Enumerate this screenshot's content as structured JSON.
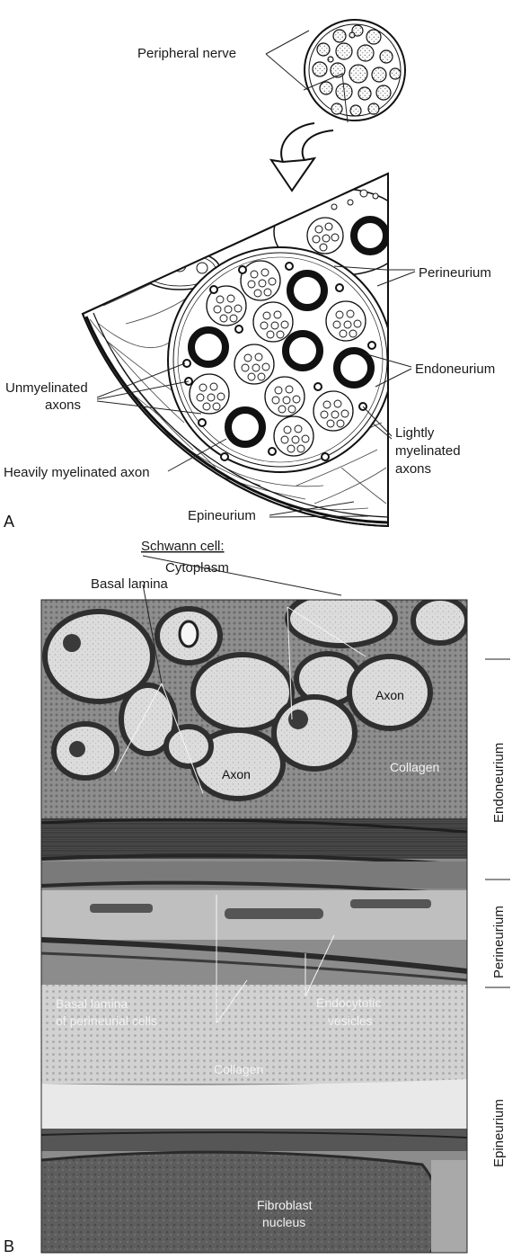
{
  "panel_a": {
    "letter": "A",
    "labels": {
      "peripheral_nerve": "Peripheral nerve",
      "perineurium": "Perineurium",
      "endoneurium": "Endoneurium",
      "unmyelinated_line1": "Unmyelinated",
      "unmyelinated_line2": "axons",
      "lightly_line1": "Lightly",
      "lightly_line2": "myelinated",
      "lightly_line3": "axons",
      "heavily": "Heavily myelinated axon",
      "epineurium": "Epineurium"
    }
  },
  "panel_b": {
    "letter": "B",
    "labels": {
      "schwann_cell": "Schwann cell:",
      "cytoplasm": "Cytoplasm",
      "basal_lamina": "Basal lamina",
      "axon_right": "Axon",
      "axon_center": "Axon",
      "collagen_upper": "Collagen",
      "basal_lamina_peri_line1": "Basal lamina",
      "basal_lamina_peri_line2": "of perineurial cells",
      "endocytotic_line1": "Endocytotic",
      "endocytotic_line2": "vesicles",
      "collagen_lower": "Collagen",
      "fibroblast_line1": "Fibroblast",
      "fibroblast_line2": "nucleus"
    },
    "side_labels": {
      "endoneurium": "Endoneurium",
      "perineurium": "Perineurium",
      "epineurium": "Epineurium"
    }
  }
}
